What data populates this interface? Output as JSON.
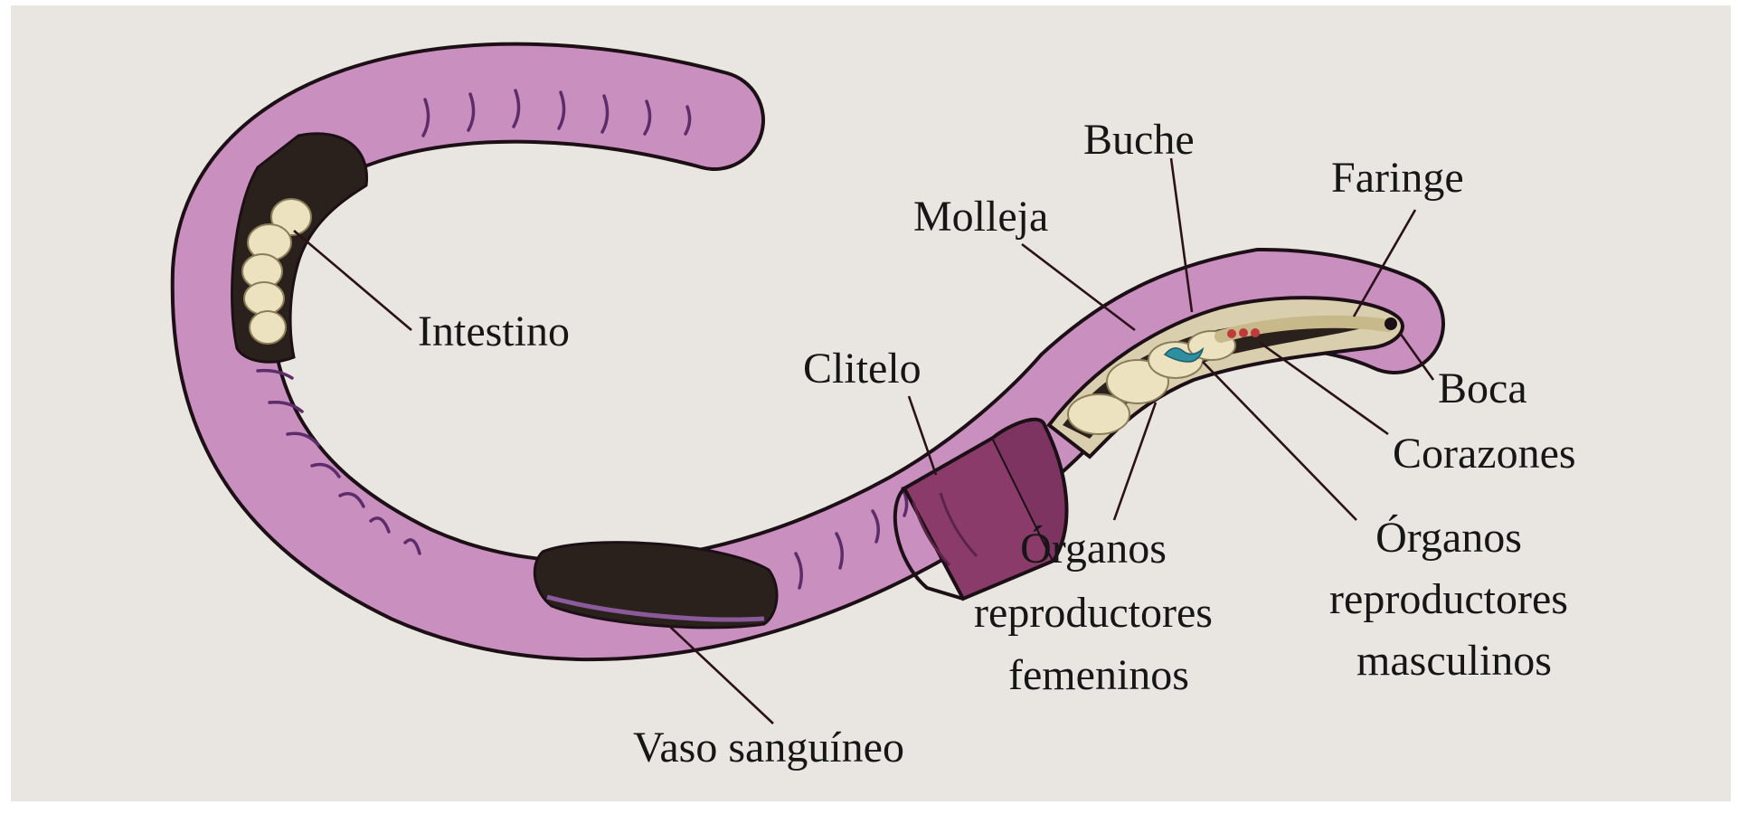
{
  "diagram": {
    "labels": {
      "intestino": "Intestino",
      "molleja": "Molleja",
      "buche": "Buche",
      "faringe": "Faringe",
      "boca": "Boca",
      "clitelo": "Clitelo",
      "corazones": "Corazones",
      "organos_femeninos": [
        "Órganos",
        "reproductores",
        "femeninos"
      ],
      "organos_masculinos": [
        "Órganos",
        "reproductores",
        "masculinos"
      ],
      "vaso_sanguineo": "Vaso sanguíneo"
    },
    "colors": {
      "background": "#e9e6e1",
      "body_pink": "#c98fbe",
      "clitellum": "#8a3b6a",
      "interior_dark": "#2b211c",
      "organ_cream": "#ece2c0",
      "gut_tan": "#d9cfae",
      "outline": "#1c1016",
      "hearts": "#c0393b",
      "male_organ": "#2f8fa0"
    }
  }
}
